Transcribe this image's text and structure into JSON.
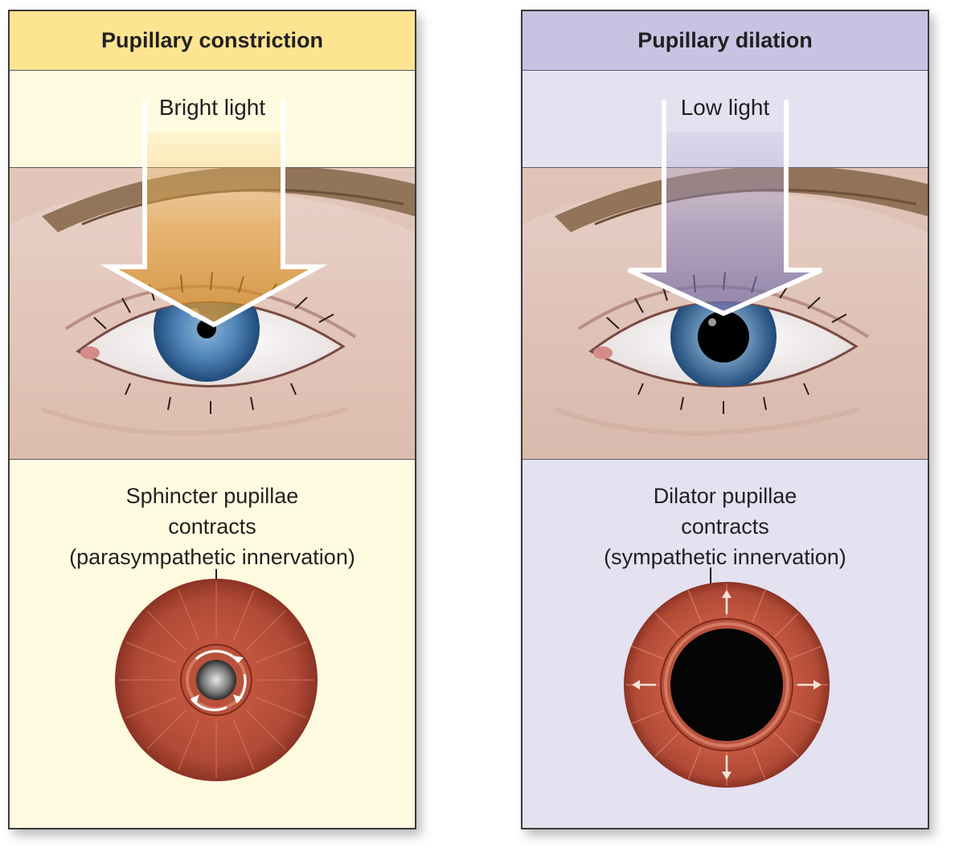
{
  "panels": [
    {
      "header": "Pupillary constriction",
      "light_label": "Bright light",
      "muscle_lines": [
        "Sphincter pupillae",
        "contracts",
        "(parasympathetic innervation)"
      ]
    },
    {
      "header": "Pupillary dilation",
      "light_label": "Low light",
      "muscle_lines": [
        "Dilator pupillae",
        "contracts",
        "(sympathetic innervation)"
      ]
    }
  ],
  "colors": {
    "constriction_header_bg": "#fde491",
    "constriction_panel_bg": "#fffbe0",
    "dilation_header_bg": "#c8c3e2",
    "dilation_panel_bg": "#e4e1f1",
    "iris_blue": "#4f84b8",
    "muscle_red": "#b04a36"
  },
  "icons": [
    "light-arrow-icon",
    "eye-illustration",
    "iris-muscle-ring",
    "contraction-arrow-icon"
  ]
}
